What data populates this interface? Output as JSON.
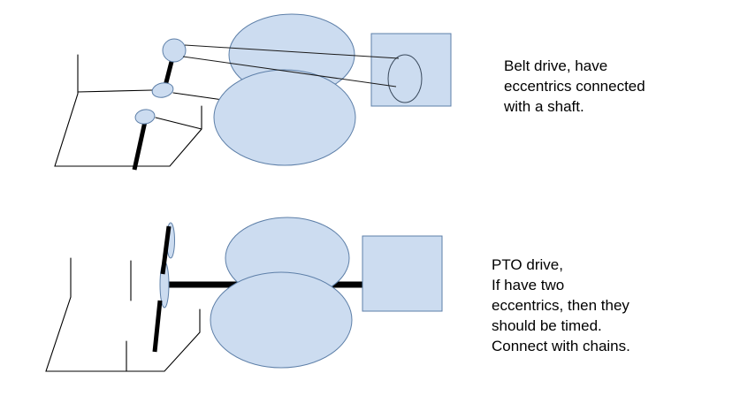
{
  "colors": {
    "background": "#ffffff",
    "shape_fill": "#ccdcf0",
    "shape_stroke": "#5d7fa8",
    "line_color": "#000000",
    "text_color": "#000000"
  },
  "figures": [
    {
      "name": "belt-drive-diagram",
      "caption_lines": [
        "Belt drive, have",
        "eccentrics connected",
        "with a shaft."
      ]
    },
    {
      "name": "pto-drive-diagram",
      "caption_lines": [
        "PTO drive,",
        "If have two",
        "eccentrics, then they",
        "should be timed.",
        "Connect with chains."
      ]
    }
  ]
}
